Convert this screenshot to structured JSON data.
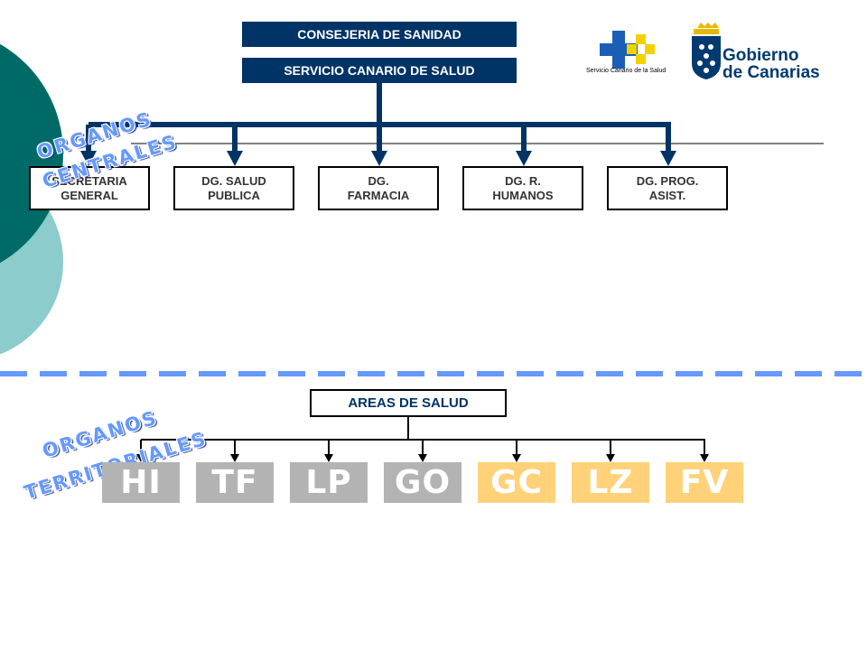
{
  "header": {
    "consejeria": "CONSEJERIA DE SANIDAD",
    "servicio": "SERVICIO CANARIO DE SALUD"
  },
  "logos": {
    "scs_text": "Servicio Canario de la Salud",
    "gobierno_line1": "Gobierno",
    "gobierno_line2": "de Canarias"
  },
  "central": {
    "label_line1": "ORGANOS",
    "label_line2": "CENTRALES",
    "boxes": [
      {
        "line1": "SECRETARIA",
        "line2": "GENERAL"
      },
      {
        "line1": "DG. SALUD",
        "line2": "PUBLICA"
      },
      {
        "line1": "DG.",
        "line2": "FARMACIA"
      },
      {
        "line1": "DG. R.",
        "line2": "HUMANOS"
      },
      {
        "line1": "DG. PROG.",
        "line2": "ASIST."
      }
    ]
  },
  "territorial": {
    "label_line1": "ORGANOS",
    "label_line2": "TERRITORIALES",
    "areas": "AREAS DE SALUD",
    "islands": [
      "HI",
      "TF",
      "LP",
      "GO",
      "GC",
      "LZ",
      "FV"
    ]
  },
  "colors": {
    "navy": "#003366",
    "teal_dark": "#006b66",
    "teal_light": "#8ccccc",
    "dash_blue": "#6699ff",
    "island_gray": "#b3b3b3",
    "island_gold": "#ffd27a"
  }
}
